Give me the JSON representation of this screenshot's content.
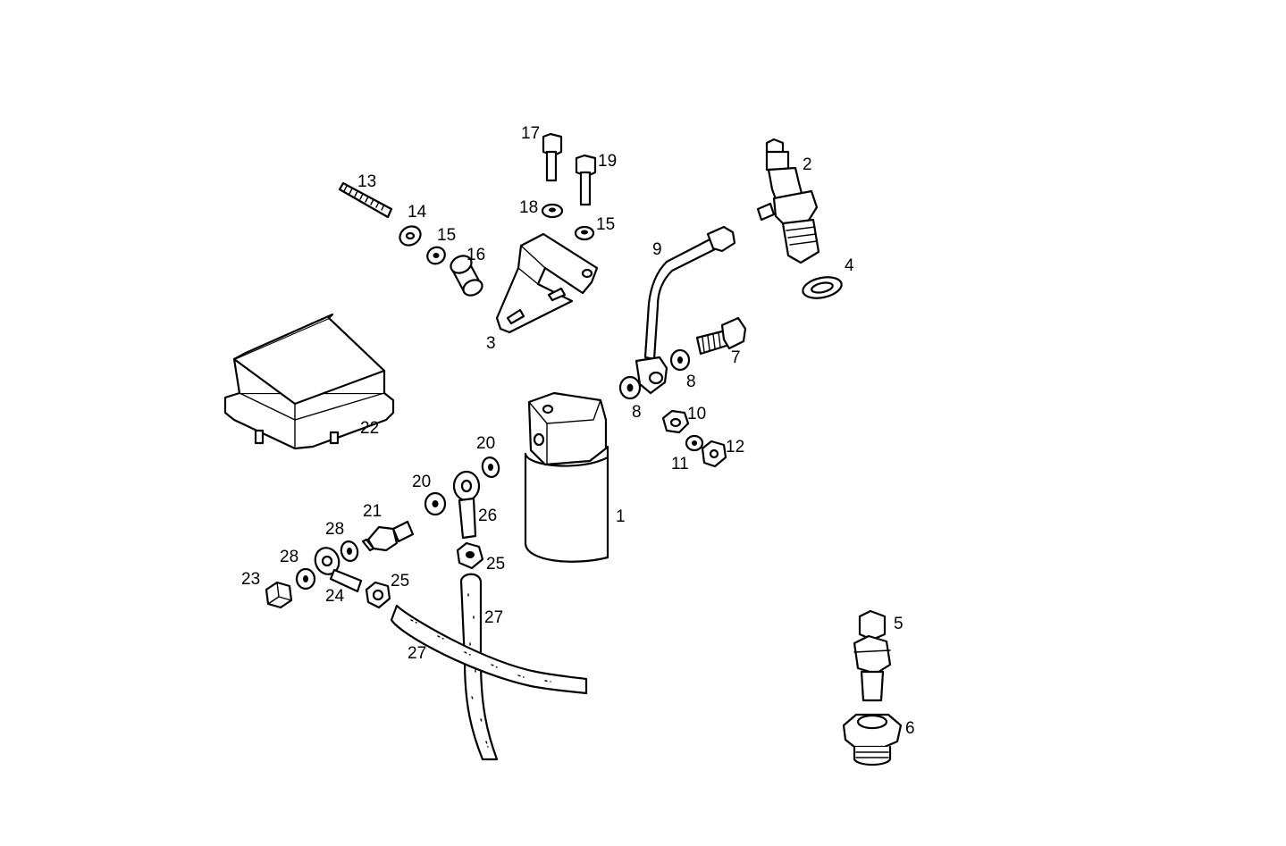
{
  "diagram": {
    "callouts": [
      {
        "id": "c1",
        "text": "1"
      },
      {
        "id": "c2",
        "text": "2"
      },
      {
        "id": "c3",
        "text": "3"
      },
      {
        "id": "c4",
        "text": "4"
      },
      {
        "id": "c5",
        "text": "5"
      },
      {
        "id": "c6",
        "text": "6"
      },
      {
        "id": "c7",
        "text": "7"
      },
      {
        "id": "c8a",
        "text": "8"
      },
      {
        "id": "c8b",
        "text": "8"
      },
      {
        "id": "c9",
        "text": "9"
      },
      {
        "id": "c10",
        "text": "10"
      },
      {
        "id": "c11",
        "text": "11"
      },
      {
        "id": "c12",
        "text": "12"
      },
      {
        "id": "c13",
        "text": "13"
      },
      {
        "id": "c14",
        "text": "14"
      },
      {
        "id": "c15a",
        "text": "15"
      },
      {
        "id": "c15b",
        "text": "15"
      },
      {
        "id": "c16",
        "text": "16"
      },
      {
        "id": "c17",
        "text": "17"
      },
      {
        "id": "c18",
        "text": "18"
      },
      {
        "id": "c19",
        "text": "19"
      },
      {
        "id": "c20a",
        "text": "20"
      },
      {
        "id": "c20b",
        "text": "20"
      },
      {
        "id": "c21",
        "text": "21"
      },
      {
        "id": "c22",
        "text": "22"
      },
      {
        "id": "c23",
        "text": "23"
      },
      {
        "id": "c24",
        "text": "24"
      },
      {
        "id": "c25a",
        "text": "25"
      },
      {
        "id": "c25b",
        "text": "25"
      },
      {
        "id": "c26",
        "text": "26"
      },
      {
        "id": "c27a",
        "text": "27"
      },
      {
        "id": "c27b",
        "text": "27"
      },
      {
        "id": "c28a",
        "text": "28"
      },
      {
        "id": "c28b",
        "text": "28"
      }
    ]
  }
}
